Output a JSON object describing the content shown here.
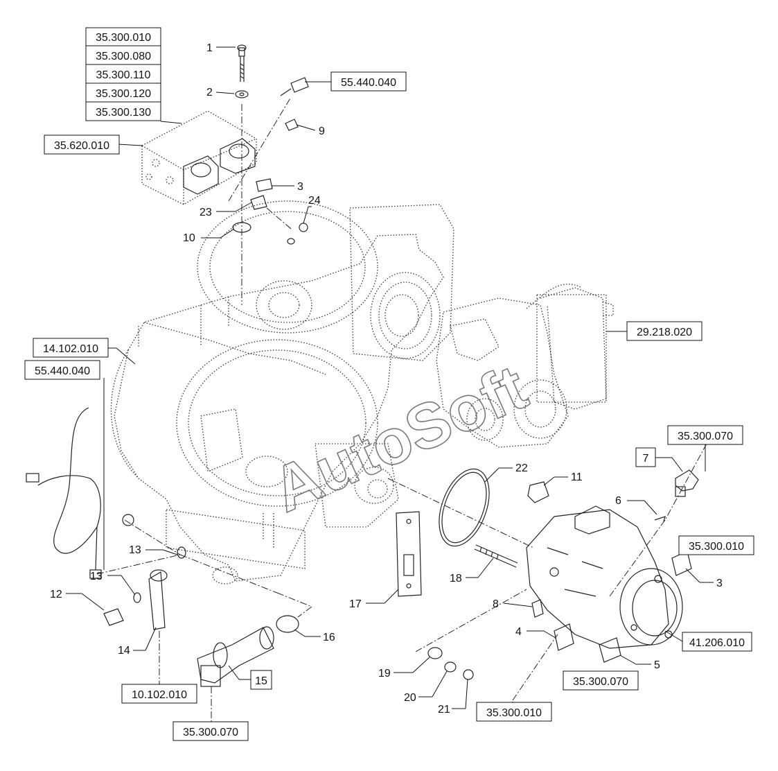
{
  "watermark": "AutoSoft",
  "reference_boxes": [
    {
      "id": "r1",
      "label": "35.300.010"
    },
    {
      "id": "r2",
      "label": "35.300.080"
    },
    {
      "id": "r3",
      "label": "35.300.110"
    },
    {
      "id": "r4",
      "label": "35.300.120"
    },
    {
      "id": "r5",
      "label": "35.300.130"
    },
    {
      "id": "r6",
      "label": "35.620.010"
    },
    {
      "id": "r7",
      "label": "55.440.040"
    },
    {
      "id": "r8",
      "label": "29.218.020"
    },
    {
      "id": "r9",
      "label": "14.102.010"
    },
    {
      "id": "r10",
      "label": "55.440.040"
    },
    {
      "id": "r11",
      "label": "35.300.070"
    },
    {
      "id": "r12",
      "label": "35.300.010"
    },
    {
      "id": "r13",
      "label": "41.206.010"
    },
    {
      "id": "r14",
      "label": "35.300.070"
    },
    {
      "id": "r15",
      "label": "35.300.010"
    },
    {
      "id": "r16",
      "label": "10.102.010"
    },
    {
      "id": "r17",
      "label": "35.300.070"
    }
  ],
  "boxed_numbers": [
    {
      "id": "b7",
      "label": "7"
    },
    {
      "id": "b15",
      "label": "15"
    }
  ],
  "callouts": [
    {
      "id": "c1",
      "label": "1"
    },
    {
      "id": "c2",
      "label": "2"
    },
    {
      "id": "c9",
      "label": "9"
    },
    {
      "id": "c3a",
      "label": "3"
    },
    {
      "id": "c23",
      "label": "23"
    },
    {
      "id": "c24",
      "label": "24"
    },
    {
      "id": "c10",
      "label": "10"
    },
    {
      "id": "c22",
      "label": "22"
    },
    {
      "id": "c11",
      "label": "11"
    },
    {
      "id": "c6",
      "label": "6"
    },
    {
      "id": "c3b",
      "label": "3"
    },
    {
      "id": "c13a",
      "label": "13"
    },
    {
      "id": "c13b",
      "label": "13"
    },
    {
      "id": "c12",
      "label": "12"
    },
    {
      "id": "c14",
      "label": "14"
    },
    {
      "id": "c16",
      "label": "16"
    },
    {
      "id": "c17",
      "label": "17"
    },
    {
      "id": "c18",
      "label": "18"
    },
    {
      "id": "c8",
      "label": "8"
    },
    {
      "id": "c4",
      "label": "4"
    },
    {
      "id": "c5",
      "label": "5"
    },
    {
      "id": "c19",
      "label": "19"
    },
    {
      "id": "c20",
      "label": "20"
    },
    {
      "id": "c21",
      "label": "21"
    }
  ]
}
